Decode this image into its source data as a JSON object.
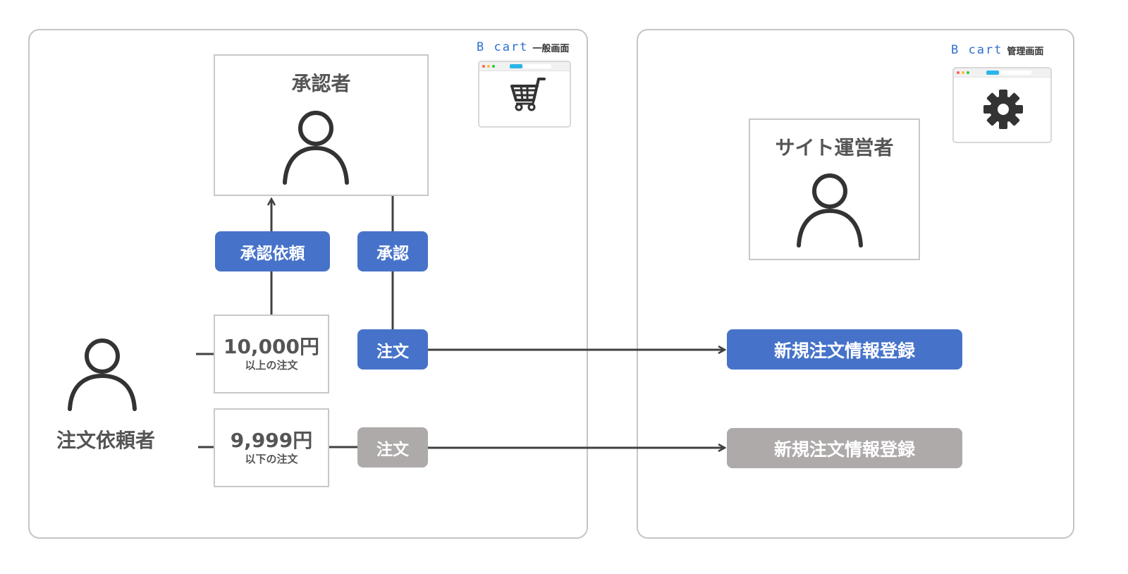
{
  "general_screen": {
    "brand_logo": "B cart",
    "screen_label": "一般画面",
    "cart_icon": "shopping-cart-icon"
  },
  "admin_screen": {
    "brand_logo": "B cart",
    "screen_label": "管理画面",
    "gear_icon": "gear-icon"
  },
  "approver": {
    "title": "承認者",
    "icon": "person-icon"
  },
  "site_operator": {
    "title": "サイト運営者",
    "icon": "person-icon"
  },
  "requester": {
    "title": "注文依頼者",
    "icon": "person-icon"
  },
  "actions": {
    "approval_request": "承認依頼",
    "approve": "承認",
    "order_high": "注文",
    "order_low": "注文"
  },
  "thresholds": {
    "high": {
      "amount": "10,000円",
      "desc": "以上の注文"
    },
    "low": {
      "amount": "9,999円",
      "desc": "以下の注文"
    }
  },
  "registrations": {
    "high": "新規注文情報登録",
    "low": "新規注文情報登録"
  },
  "colors": {
    "blue": "#4673c9",
    "gray": "#aeaaaa",
    "line": "#404040",
    "text": "#555555"
  }
}
